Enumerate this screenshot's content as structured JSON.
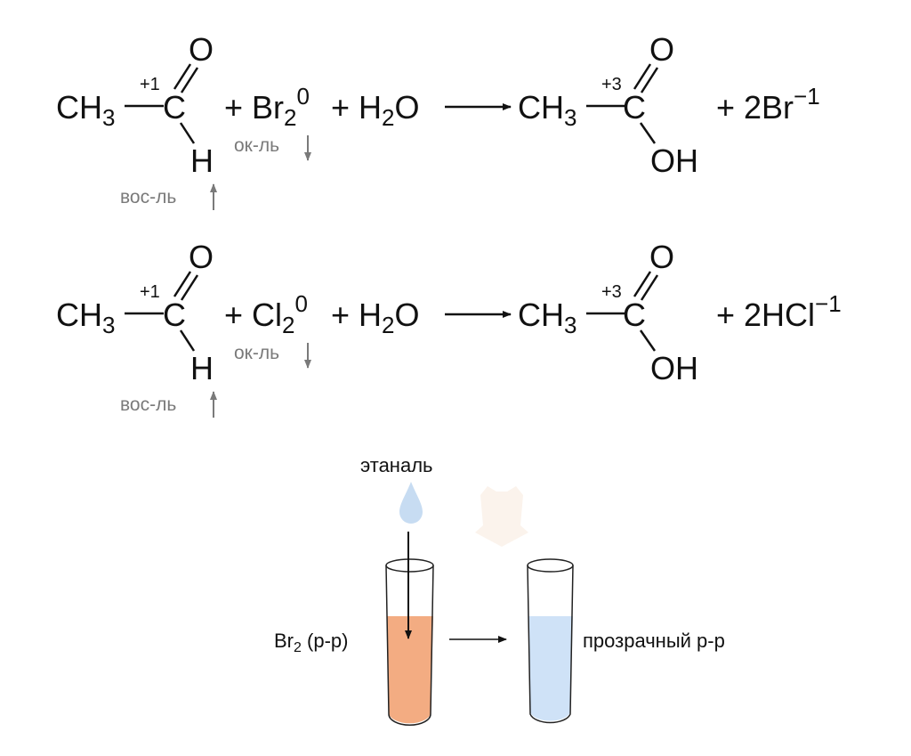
{
  "equations": [
    {
      "aldehyde": {
        "ch": "CH",
        "sub": "3",
        "ox": "+1",
        "c": "C",
        "o": "O",
        "h": "H"
      },
      "reagent": {
        "plus": "+ Br",
        "sub": "2",
        "sup": "0"
      },
      "reagent_role": "ок-ль",
      "aldehyde_role": "вос-ль",
      "water": {
        "plus": "+ H",
        "sub": "2",
        "o": "O"
      },
      "acid": {
        "ch": "CH",
        "sub": "3",
        "ox": "+3",
        "c": "C",
        "o": "O",
        "oh": "OH"
      },
      "byproduct": {
        "text": "+ 2Br",
        "sup": "−1"
      }
    },
    {
      "aldehyde": {
        "ch": "CH",
        "sub": "3",
        "ox": "+1",
        "c": "C",
        "o": "O",
        "h": "H"
      },
      "reagent": {
        "plus": "+ Cl",
        "sub": "2",
        "sup": "0"
      },
      "reagent_role": "ок-ль",
      "aldehyde_role": "вос-ль",
      "water": {
        "plus": "+ H",
        "sub": "2",
        "o": "O"
      },
      "acid": {
        "ch": "CH",
        "sub": "3",
        "ox": "+3",
        "c": "C",
        "o": "O",
        "oh": "OH"
      },
      "byproduct": {
        "text": "+ 2HCl",
        "sup": "−1"
      }
    }
  ],
  "experiment": {
    "drop_label": "этаналь",
    "tube1_label": {
      "main": "Br",
      "sub": "2",
      "rest": " (р-р)"
    },
    "tube2_label": "прозрачный р-р",
    "colors": {
      "bromine": "#f3ac82",
      "clear": "#cfe2f7",
      "drop": "#c7dcf2"
    }
  }
}
